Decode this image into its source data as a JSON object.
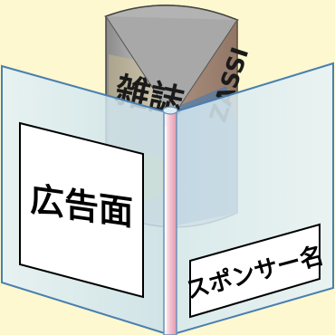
{
  "ad_panel_label": "広告面",
  "sponsor_label": "スポンサー名",
  "magazine_title_jp": "雑誌",
  "magazine_title_en": "ZASSI",
  "colors": {
    "background": "#fdf8cf",
    "panel_fill": "#cfe6ee",
    "panel_stroke": "#4a7fb0",
    "pole_pink": "#f1b6c6",
    "pole_blue": "#bfe0ee",
    "cylinder_top": "#a9a9a9"
  }
}
